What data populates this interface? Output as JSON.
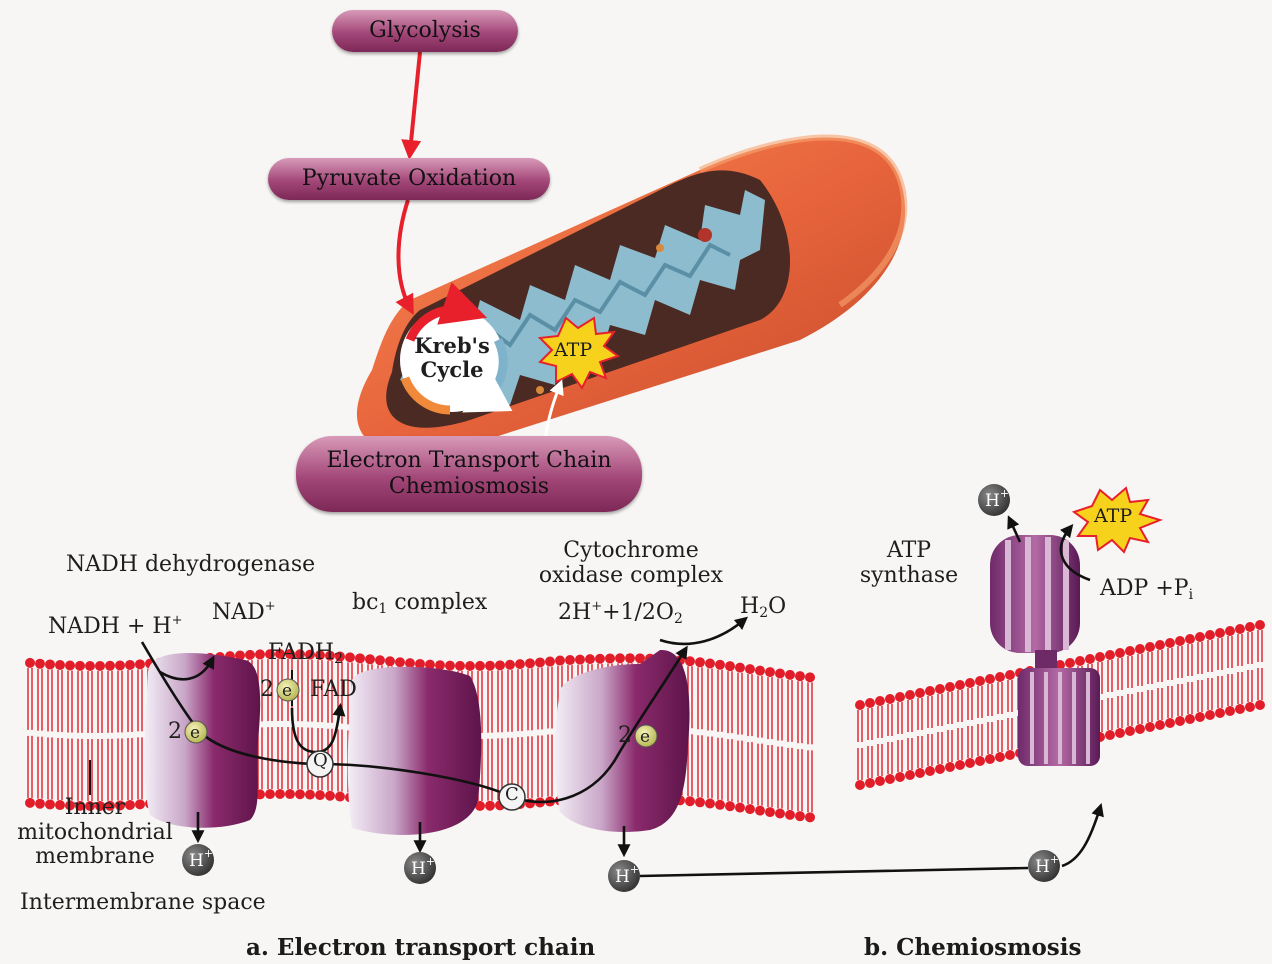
{
  "top_flow": {
    "step1": "Glycolysis",
    "step2": "Pyruvate Oxidation",
    "kreb_line1": "Kreb's",
    "kreb_line2": "Cycle",
    "atp": "ATP",
    "etc_line1": "Electron Transport Chain",
    "etc_line2": "Chemiosmosis"
  },
  "etc": {
    "nadh_dehydrogenase": "NADH dehydrogenase",
    "nadh_h": "NADH + H",
    "nad": "NAD",
    "fadh2": "FADH",
    "fad": "FAD",
    "bc1_complex": "bc",
    "bc1_complex_rest": " complex",
    "cyto_line1": "Cytochrome",
    "cyto_line2": "oxidase complex",
    "reaction_lhs": "2H",
    "reaction_mid": "+1/2O",
    "h2o": "H",
    "h2o_rest": "O",
    "e_label": "2",
    "e_symbol": "e",
    "q": "Q",
    "c": "C",
    "h": "H",
    "plus": "+",
    "one_sub": "1",
    "two_sub": "2",
    "membrane_line1": "Inner",
    "membrane_line2": "mitochondrial",
    "membrane_line3": "membrane",
    "intermembrane": "Intermembrane space"
  },
  "chemiosmosis": {
    "synthase_line1": "ATP",
    "synthase_line2": "synthase",
    "atp": "ATP",
    "adp": "ADP +P",
    "adp_sub": "i",
    "h": "H"
  },
  "captions": {
    "a": "a. Electron transport chain",
    "b": "b. Chemiosmosis"
  },
  "colors": {
    "pill": "#a34779",
    "mito_outer": "#e8643c",
    "crista_blue": "#8fc4d8",
    "membrane_red": "#e21d2a",
    "protein_purple": "#8a2a6c",
    "arrow_red": "#e8202c",
    "atp_burst": "#f6d21c",
    "h_ion": "#3a3a3a"
  }
}
